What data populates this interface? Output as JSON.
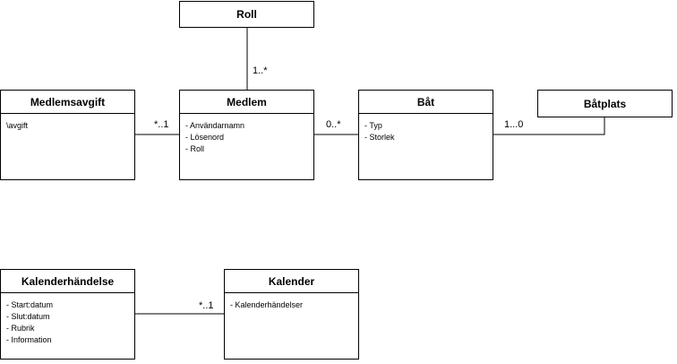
{
  "classes": {
    "roll": {
      "name": "Roll"
    },
    "medlemsavgift": {
      "name": "Medlemsavgift",
      "attributes": [
        "\\avgift"
      ]
    },
    "medlem": {
      "name": "Medlem",
      "attributes": [
        "- Användarnamn",
        "- Lösenord",
        "- Roll"
      ]
    },
    "bat": {
      "name": "Båt",
      "attributes": [
        "- Typ",
        "- Storlek"
      ]
    },
    "batplats": {
      "name": "Båtplats"
    },
    "kalenderhandelse": {
      "name": "Kalenderhändelse",
      "attributes": [
        "- Start:datum",
        "- Slut:datum",
        "- Rubrik",
        "- Information"
      ]
    },
    "kalender": {
      "name": "Kalender",
      "attributes": [
        "- Kalenderhändelser"
      ]
    }
  },
  "multiplicities": {
    "roll_medlem": "1..*",
    "medlemsavgift_medlem": "*..1",
    "medlem_bat": "0..*",
    "bat_batplats": "1...0",
    "kalenderhandelse_kalender": "*..1"
  }
}
